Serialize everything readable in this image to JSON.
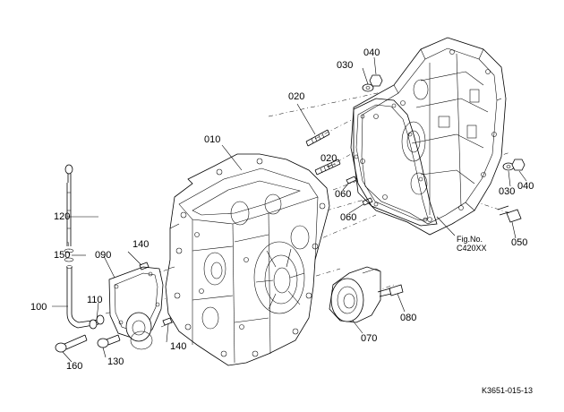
{
  "diagram": {
    "callouts": {
      "c010": "010",
      "c020a": "020",
      "c020b": "020",
      "c030a": "030",
      "c030b": "030",
      "c040a": "040",
      "c040b": "040",
      "c050": "050",
      "c060a": "060",
      "c060b": "060",
      "c070": "070",
      "c080": "080",
      "c090": "090",
      "c100": "100",
      "c110": "110",
      "c120": "120",
      "c130": "130",
      "c140a": "140",
      "c140b": "140",
      "c150": "150",
      "c160": "160"
    },
    "figure_line1": "Fig.No.",
    "figure_line2": "C420XX",
    "drawing_code": "K3651-015-13"
  }
}
